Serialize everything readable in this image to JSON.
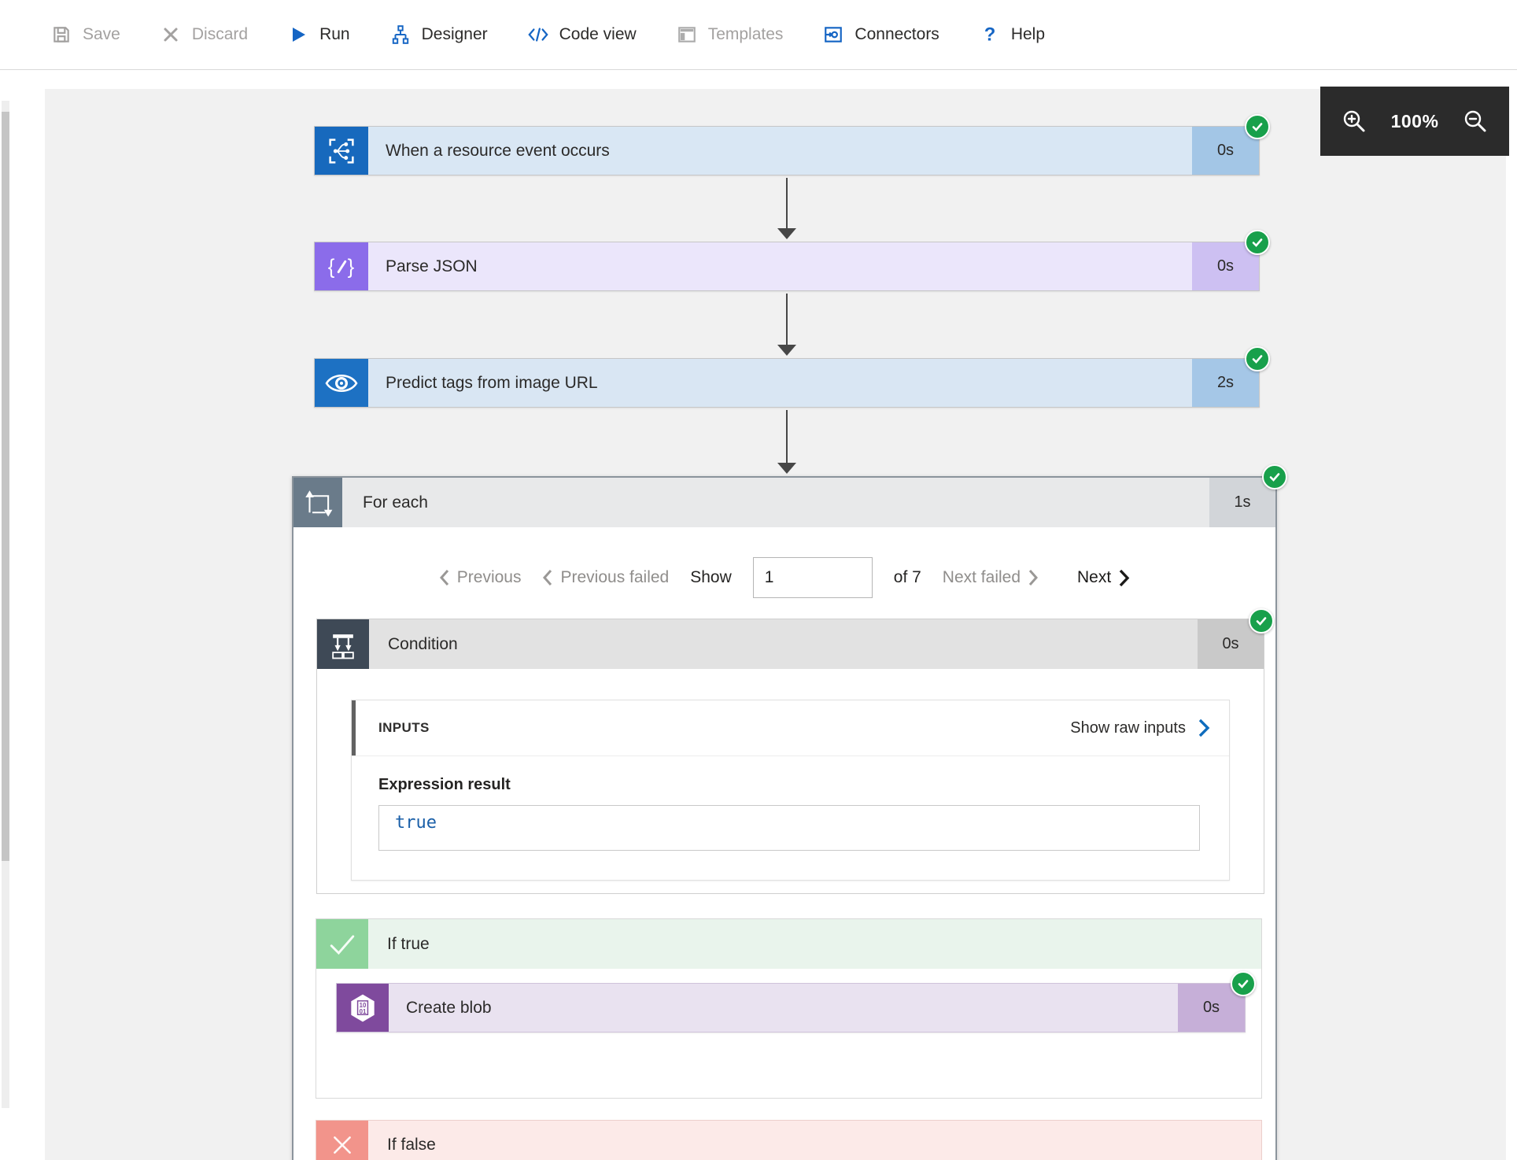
{
  "toolbar": {
    "items": [
      {
        "label": "Save",
        "icon": "save-icon",
        "enabled": false
      },
      {
        "label": "Discard",
        "icon": "discard-icon",
        "enabled": false
      },
      {
        "label": "Run",
        "icon": "run-icon",
        "enabled": true
      },
      {
        "label": "Designer",
        "icon": "designer-icon",
        "enabled": true
      },
      {
        "label": "Code view",
        "icon": "code-view-icon",
        "enabled": true
      },
      {
        "label": "Templates",
        "icon": "templates-icon",
        "enabled": false
      },
      {
        "label": "Connectors",
        "icon": "connectors-icon",
        "enabled": true
      },
      {
        "label": "Help",
        "icon": "help-icon",
        "enabled": true
      }
    ]
  },
  "zoom_control": {
    "level": "100%",
    "zoom_in_icon": "magnifier-plus",
    "zoom_out_icon": "magnifier-minus"
  },
  "workflow": {
    "steps": [
      {
        "title": "When a resource event occurs",
        "duration": "0s",
        "status": "succeeded",
        "icon": "event-grid-icon"
      },
      {
        "title": "Parse JSON",
        "duration": "0s",
        "status": "succeeded",
        "icon": "parse-json-icon"
      },
      {
        "title": "Predict tags from image URL",
        "duration": "2s",
        "status": "succeeded",
        "icon": "custom-vision-icon"
      }
    ],
    "foreach": {
      "title": "For each",
      "duration": "1s",
      "status": "succeeded",
      "icon": "loop-icon",
      "pagination": {
        "previous": "Previous",
        "previous_failed": "Previous failed",
        "show_label": "Show",
        "current": "1",
        "of_label": "of 7",
        "next_failed": "Next failed",
        "next": "Next"
      },
      "condition": {
        "title": "Condition",
        "duration": "0s",
        "status": "succeeded",
        "icon": "condition-icon",
        "inputs": {
          "label": "INPUTS",
          "show_raw": "Show raw inputs",
          "expression_label": "Expression result",
          "expression_value": "true"
        }
      },
      "if_true": {
        "title": "If true",
        "icon": "check-branch-icon",
        "action": {
          "title": "Create blob",
          "duration": "0s",
          "status": "succeeded",
          "icon": "blob-icon"
        }
      },
      "if_false": {
        "title": "If false",
        "icon": "cross-branch-icon"
      }
    }
  },
  "colors": {
    "toolbar_icon_blue": "#1565c4",
    "disabled_gray": "#a3a1a0",
    "canvas_bg": "#f1f1f1",
    "status_green": "#18a04b",
    "event_grid_blue": "#1769bd",
    "parse_json_purple": "#8b6cea",
    "custom_vision_blue": "#1d71c3",
    "foreach_slate": "#6a7b8a",
    "condition_dark": "#3e4956",
    "if_true_green": "#8ed49c",
    "blob_purple": "#7f4a9d",
    "if_false_red": "#f2948b",
    "zoom_bar_bg": "#2b2b2b",
    "expression_value_blue": "#1a5fa8"
  }
}
